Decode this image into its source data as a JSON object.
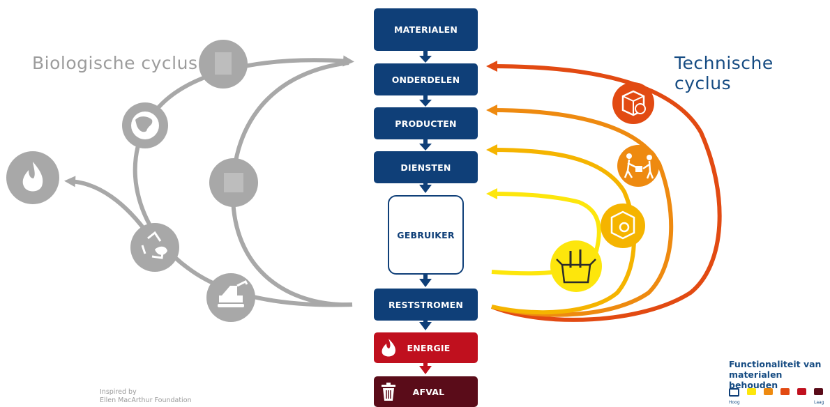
{
  "titles": {
    "biological": "Biologische cyclus",
    "technical": "Technische cyclus"
  },
  "flow": {
    "materialen": "MATERIALEN",
    "onderdelen": "ONDERDELEN",
    "producten": "PRODUCTEN",
    "diensten": "DIENSTEN",
    "gebruiker": "GEBRUIKER",
    "reststromen": "RESTSTROMEN",
    "energie": "ENERGIE",
    "afval": "AFVAL"
  },
  "icons": {
    "biological": [
      "fire-icon",
      "globe-icon",
      "recycle-leaf-icon",
      "extraction-icon",
      "food-icon",
      "compost-icon"
    ],
    "technical": [
      "recycle-box-icon",
      "transport-icon",
      "refurbish-icon",
      "toolbox-icon"
    ],
    "flow": [
      "energy-flame-icon",
      "trash-icon"
    ]
  },
  "colors": {
    "navy": "#0f3f78",
    "biological_grey": "#a8a8a8",
    "technical_red": "#e24a12",
    "technical_orange": "#ee8a10",
    "technical_amber": "#f5b400",
    "technical_yellow": "#fde60c",
    "energie": "#c0101e",
    "afval": "#5a0c19"
  },
  "credit": {
    "line1": "Inspired by",
    "line2": "Ellen MacArthur Foundation"
  },
  "legend": {
    "title": "Functionaliteit van materialen behouden",
    "high_label": "Hoog",
    "low_label": "Laag",
    "swatches": [
      "#ffffff",
      "#fde60c",
      "#ee8a10",
      "#e24a12",
      "#c0101e",
      "#5a0c19"
    ]
  }
}
